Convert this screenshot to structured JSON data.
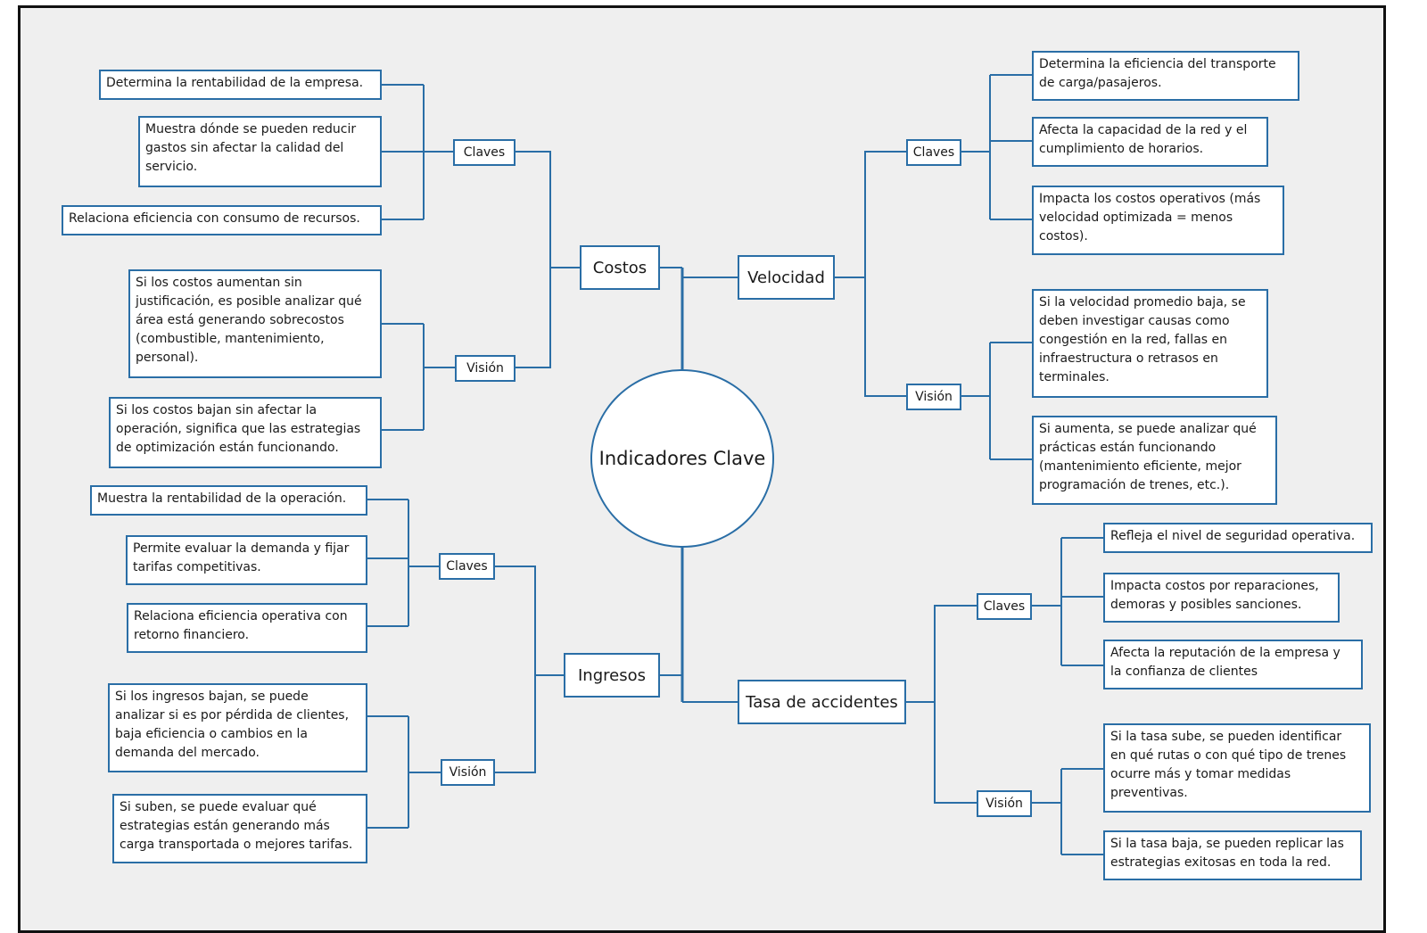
{
  "center": "Indicadores Clave",
  "costos": {
    "title": "Costos",
    "claves_label": "Claves",
    "claves": [
      "Determina la rentabilidad de la empresa.",
      "Muestra dónde se pueden reducir\ngastos sin afectar la calidad del\nservicio.",
      "Relaciona eficiencia con consumo de recursos."
    ],
    "vision_label": "Visión",
    "vision": [
      "Si los costos aumentan sin\njustificación, es posible analizar qué\nárea está generando sobrecostos\n(combustible, mantenimiento,\npersonal).",
      "Si los costos bajan sin afectar la\noperación, significa que las estrategias\nde optimización están funcionando."
    ]
  },
  "velocidad": {
    "title": "Velocidad",
    "claves_label": "Claves",
    "claves": [
      "Determina la eficiencia del transporte\nde carga/pasajeros.",
      "Afecta la capacidad de la red y el\ncumplimiento de horarios.",
      "Impacta los costos operativos (más\nvelocidad optimizada = menos\ncostos)."
    ],
    "vision_label": "Visión",
    "vision": [
      "Si la velocidad promedio baja, se\ndeben investigar causas como\ncongestión en la red, fallas en\ninfraestructura o retrasos en\nterminales.",
      "Si aumenta, se puede analizar qué\nprácticas están funcionando\n(mantenimiento eficiente, mejor\nprogramación de trenes, etc.)."
    ]
  },
  "ingresos": {
    "title": "Ingresos",
    "claves_label": "Claves",
    "claves": [
      "Muestra la rentabilidad de la operación.",
      "Permite evaluar la demanda y fijar\ntarifas competitivas.",
      "Relaciona eficiencia operativa con\nretorno financiero."
    ],
    "vision_label": "Visión",
    "vision": [
      "Si los ingresos bajan, se puede\nanalizar si es por pérdida de clientes,\nbaja eficiencia o cambios en la\ndemanda del mercado.",
      "Si suben, se puede evaluar qué\nestrategias están generando más\ncarga transportada o mejores tarifas."
    ]
  },
  "accidentes": {
    "title": "Tasa de accidentes",
    "claves_label": "Claves",
    "claves": [
      "Refleja el nivel de seguridad operativa.",
      "Impacta costos por reparaciones,\ndemoras y posibles sanciones.",
      "Afecta la reputación de la empresa y\nla confianza de clientes"
    ],
    "vision_label": "Visión",
    "vision": [
      "Si la tasa sube, se pueden identificar\nen qué rutas o con qué tipo de trenes\nocurre más y tomar medidas\npreventivas.",
      "Si la tasa baja, se pueden replicar las\nestrategias exitosas en toda la red."
    ]
  },
  "colors": {
    "line": "#2a6ea6",
    "box_fill": "#ffffff",
    "background": "#efefef"
  }
}
